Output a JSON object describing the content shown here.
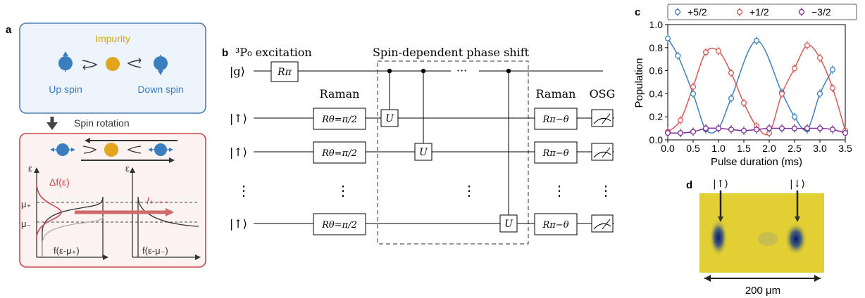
{
  "panel_a": {
    "label": "a",
    "impurity_label": "Impurity",
    "up_spin_label": "Up spin",
    "down_spin_label": "Down spin",
    "rotation_label": "Spin rotation",
    "eps_label": "ε",
    "delta_f_label": "Δf(ε)",
    "current_label": "I₊→₋",
    "mu_plus": "μ₊",
    "mu_minus": "μ₋",
    "f_plus": "f(ε-μ₊)",
    "f_minus": "f(ε-μ₋)",
    "colors": {
      "spin": "#3a7ebf",
      "impurity": "#e3a51e",
      "red": "#c9474c",
      "top_border": "#4a7fb5"
    }
  },
  "panel_b": {
    "label": "b",
    "excitation_label": "³P₀ excitation",
    "phase_shift_label": "Spin-dependent phase shift",
    "raman_label": "Raman",
    "osg_label": "OSG",
    "ket_g": "|g⟩",
    "ket_up": "|↑⟩",
    "vdots": "⋮",
    "hdots": "···",
    "r_pi": "Rπ",
    "r_half": "Rθ=π/2",
    "r_back": "Rπ−θ",
    "u_gate": "U"
  },
  "panel_c": {
    "label": "c",
    "chart_data": {
      "type": "scatter",
      "xlabel": "Pulse duration (ms)",
      "ylabel": "Population",
      "xlim": [
        0,
        3.5
      ],
      "ylim": [
        0,
        1.0
      ],
      "xticks": [
        "0.0",
        "0.5",
        "1.0",
        "1.5",
        "2.0",
        "2.5",
        "3.0",
        "3.5"
      ],
      "yticks": [
        "0.0",
        "0.2",
        "0.4",
        "0.6",
        "0.8",
        "1.0"
      ],
      "legend_position": "top",
      "series": [
        {
          "name": "+5/2",
          "color": "#3f7fb8",
          "x": [
            0.0,
            0.2,
            0.5,
            0.75,
            1.0,
            1.25,
            1.75,
            2.25,
            2.5,
            2.75,
            3.0,
            3.25
          ],
          "y": [
            0.88,
            0.73,
            0.4,
            0.09,
            0.1,
            0.36,
            0.86,
            0.41,
            0.2,
            0.09,
            0.4,
            0.61
          ]
        },
        {
          "name": "+1/2",
          "color": "#d45a57",
          "x": [
            0.0,
            0.25,
            0.5,
            0.75,
            1.0,
            1.25,
            1.5,
            1.75,
            2.0,
            2.25,
            2.5,
            2.75,
            3.0,
            3.25,
            3.5
          ],
          "y": [
            0.07,
            0.17,
            0.46,
            0.76,
            0.77,
            0.58,
            0.32,
            0.12,
            0.06,
            0.4,
            0.62,
            0.82,
            0.71,
            0.45,
            0.08
          ]
        },
        {
          "name": "−3/2",
          "color": "#7a2a96",
          "x": [
            0.0,
            0.25,
            0.5,
            0.75,
            1.0,
            1.25,
            1.5,
            1.75,
            2.0,
            2.25,
            2.5,
            2.75,
            3.0,
            3.25,
            3.5
          ],
          "y": [
            0.06,
            0.06,
            0.07,
            0.1,
            0.1,
            0.09,
            0.08,
            0.09,
            0.1,
            0.1,
            0.1,
            0.1,
            0.1,
            0.09,
            0.06
          ]
        }
      ]
    }
  },
  "panel_d": {
    "label": "d",
    "up_label": "|↑⟩",
    "down_label": "|↓⟩",
    "scale_label": "200 μm"
  }
}
